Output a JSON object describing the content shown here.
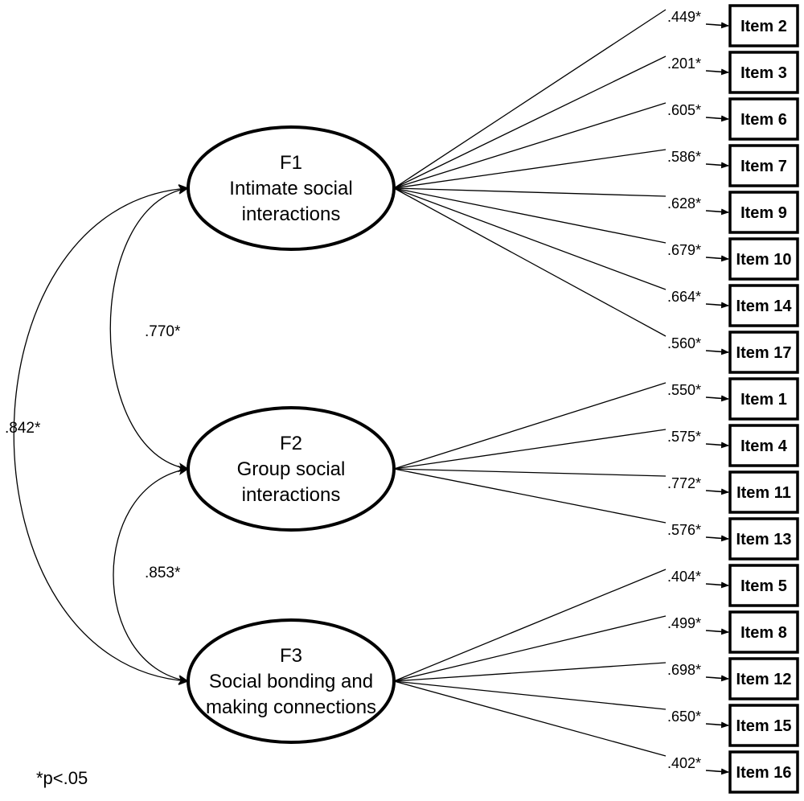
{
  "factors": [
    {
      "id": "F1",
      "lines": [
        "F1",
        "Intimate social",
        "interactions"
      ]
    },
    {
      "id": "F2",
      "lines": [
        "F2",
        "Group social",
        "interactions"
      ]
    },
    {
      "id": "F3",
      "lines": [
        "F3",
        "Social bonding and",
        "making connections"
      ]
    }
  ],
  "items": [
    {
      "label": "Item 2",
      "factor": "F1",
      "loading": ".449*"
    },
    {
      "label": "Item 3",
      "factor": "F1",
      "loading": ".201*"
    },
    {
      "label": "Item 6",
      "factor": "F1",
      "loading": ".605*"
    },
    {
      "label": "Item 7",
      "factor": "F1",
      "loading": ".586*"
    },
    {
      "label": "Item 9",
      "factor": "F1",
      "loading": ".628*"
    },
    {
      "label": "Item 10",
      "factor": "F1",
      "loading": ".679*"
    },
    {
      "label": "Item 14",
      "factor": "F1",
      "loading": ".664*"
    },
    {
      "label": "Item 17",
      "factor": "F1",
      "loading": ".560*"
    },
    {
      "label": "Item 1",
      "factor": "F2",
      "loading": ".550*"
    },
    {
      "label": "Item 4",
      "factor": "F2",
      "loading": ".575*"
    },
    {
      "label": "Item 11",
      "factor": "F2",
      "loading": ".772*"
    },
    {
      "label": "Item 13",
      "factor": "F2",
      "loading": ".576*"
    },
    {
      "label": "Item 5",
      "factor": "F3",
      "loading": ".404*"
    },
    {
      "label": "Item 8",
      "factor": "F3",
      "loading": ".499*"
    },
    {
      "label": "Item 12",
      "factor": "F3",
      "loading": ".698*"
    },
    {
      "label": "Item 15",
      "factor": "F3",
      "loading": ".650*"
    },
    {
      "label": "Item 16",
      "factor": "F3",
      "loading": ".402*"
    }
  ],
  "correlations": [
    {
      "from": "F1",
      "to": "F2",
      "value": ".770*"
    },
    {
      "from": "F2",
      "to": "F3",
      "value": ".853*"
    },
    {
      "from": "F1",
      "to": "F3",
      "value": ".842*"
    }
  ],
  "note": "*p<.05"
}
